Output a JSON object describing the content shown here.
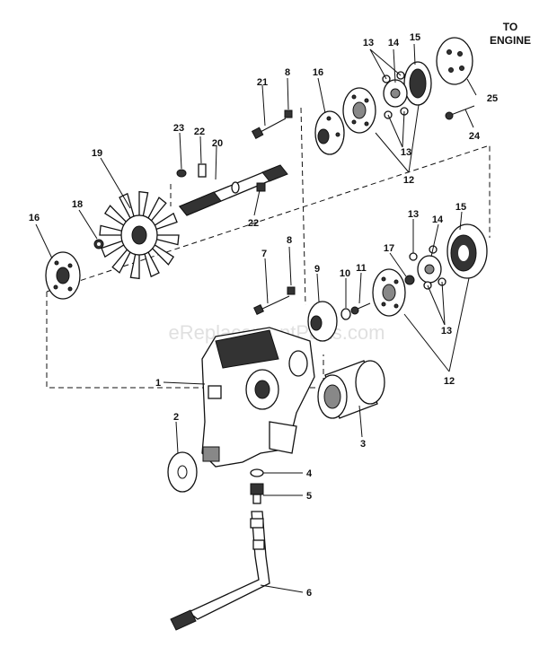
{
  "header": {
    "line1": "TO",
    "line2": "ENGINE"
  },
  "watermark": "eReplacementParts.com",
  "callouts": [
    {
      "id": "c13a",
      "text": "13"
    },
    {
      "id": "c14a",
      "text": "14"
    },
    {
      "id": "c15a",
      "text": "15"
    },
    {
      "id": "c21",
      "text": "21"
    },
    {
      "id": "c8a",
      "text": "8"
    },
    {
      "id": "c16a",
      "text": "16"
    },
    {
      "id": "c25",
      "text": "25"
    },
    {
      "id": "c13b",
      "text": "13"
    },
    {
      "id": "c24",
      "text": "24"
    },
    {
      "id": "c23",
      "text": "23"
    },
    {
      "id": "c22a",
      "text": "22"
    },
    {
      "id": "c20",
      "text": "20"
    },
    {
      "id": "c19",
      "text": "19"
    },
    {
      "id": "c12a",
      "text": "12"
    },
    {
      "id": "c22b",
      "text": "22"
    },
    {
      "id": "c16b",
      "text": "16"
    },
    {
      "id": "c18",
      "text": "18"
    },
    {
      "id": "c13c",
      "text": "13"
    },
    {
      "id": "c14b",
      "text": "14"
    },
    {
      "id": "c15b",
      "text": "15"
    },
    {
      "id": "c7",
      "text": "7"
    },
    {
      "id": "c8b",
      "text": "8"
    },
    {
      "id": "c17",
      "text": "17"
    },
    {
      "id": "c9",
      "text": "9"
    },
    {
      "id": "c10",
      "text": "10"
    },
    {
      "id": "c11",
      "text": "11"
    },
    {
      "id": "c13d",
      "text": "13"
    },
    {
      "id": "c12b",
      "text": "12"
    },
    {
      "id": "c1",
      "text": "1"
    },
    {
      "id": "c2",
      "text": "2"
    },
    {
      "id": "c3",
      "text": "3"
    },
    {
      "id": "c4",
      "text": "4"
    },
    {
      "id": "c5",
      "text": "5"
    },
    {
      "id": "c6",
      "text": "6"
    }
  ]
}
